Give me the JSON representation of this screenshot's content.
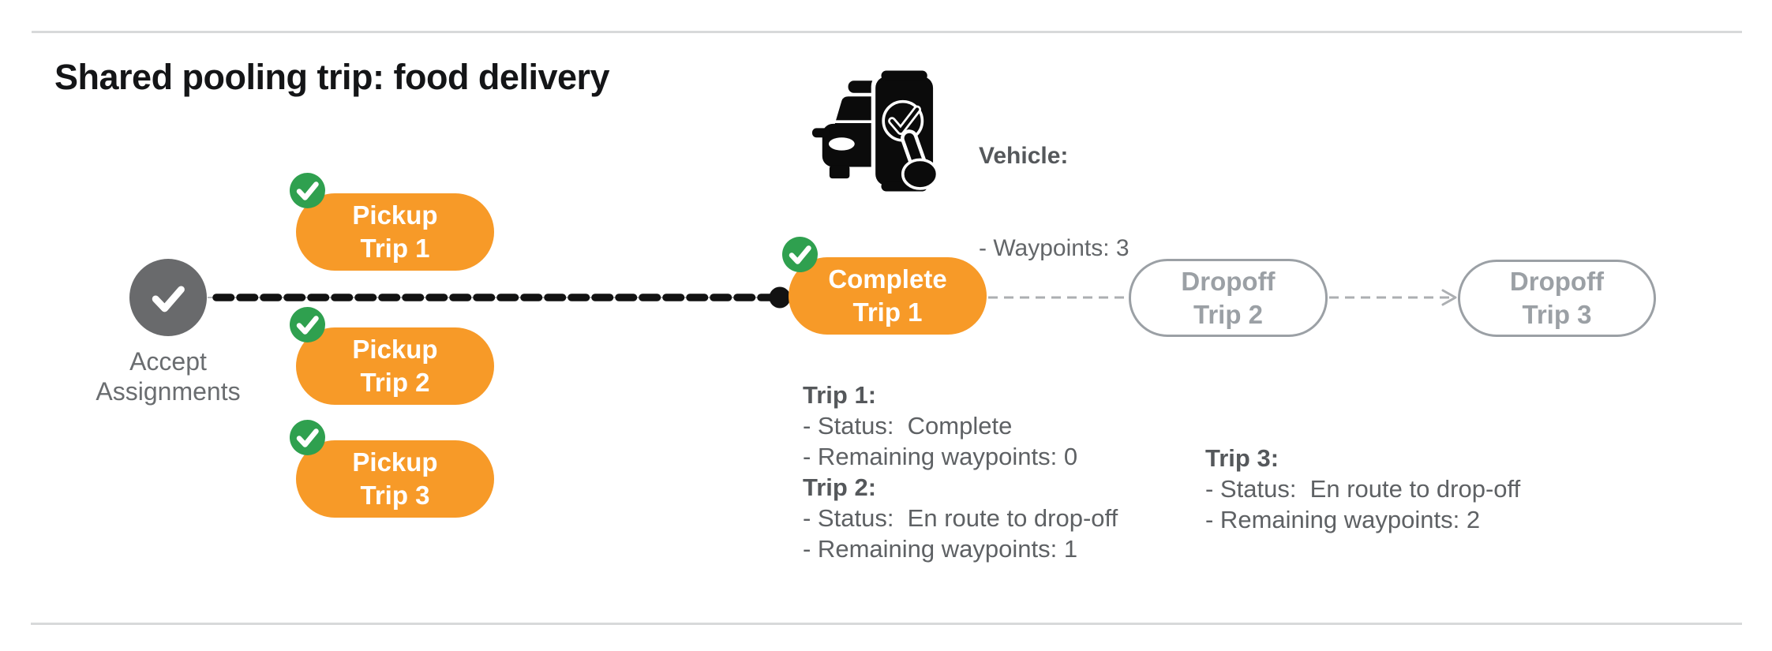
{
  "title": "Shared pooling trip: food delivery",
  "vehicle": {
    "icon": "car-phone-check-icon",
    "heading": "Vehicle:",
    "detail": "- Waypoints: 3"
  },
  "flow": {
    "accept": {
      "line1": "Accept",
      "line2": "Assignments",
      "icon": "checkmark-icon"
    },
    "pickup1": {
      "line1": "Pickup",
      "line2": "Trip 1"
    },
    "pickup2": {
      "line1": "Pickup",
      "line2": "Trip 2"
    },
    "pickup3": {
      "line1": "Pickup",
      "line2": "Trip 3"
    },
    "complete1": {
      "line1": "Complete",
      "line2": "Trip 1"
    },
    "dropoff2": {
      "line1": "Dropoff",
      "line2": "Trip 2"
    },
    "dropoff3": {
      "line1": "Dropoff",
      "line2": "Trip 3"
    }
  },
  "status": {
    "trip1": {
      "heading": "Trip 1:",
      "status_line": "- Status:  Complete",
      "remaining_line": "- Remaining waypoints: 0"
    },
    "trip2": {
      "heading": "Trip 2:",
      "status_line": "- Status:  En route to drop-off",
      "remaining_line": "- Remaining waypoints: 1"
    },
    "trip3": {
      "heading": "Trip 3:",
      "status_line": "- Status:  En route to drop-off",
      "remaining_line": "- Remaining waypoints: 2"
    }
  },
  "colors": {
    "orange_node": "#f79a28",
    "green_badge": "#2fa04f",
    "gray_node": "#696a6c",
    "muted_pill": "#9ba0a5",
    "dashed_black": "#121212",
    "dashed_gray": "#acafb2",
    "body_text": "#5e6164",
    "hairline": "#d8d9da"
  }
}
